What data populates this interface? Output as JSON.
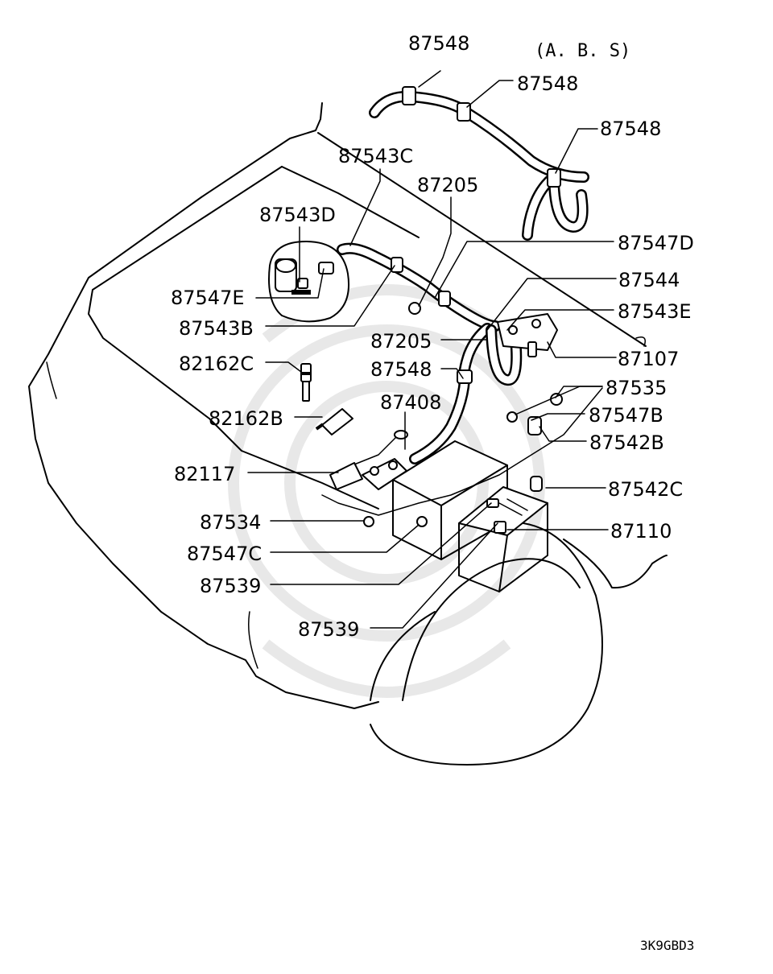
{
  "diagram": {
    "note_abs": "(A. B. S)",
    "drawing_code": "3K9GBD3",
    "callouts": [
      {
        "id": "c1",
        "label": "87548"
      },
      {
        "id": "c2",
        "label": "87548"
      },
      {
        "id": "c3",
        "label": "87548"
      },
      {
        "id": "c4",
        "label": "87543C"
      },
      {
        "id": "c5",
        "label": "87205"
      },
      {
        "id": "c6",
        "label": "87543D"
      },
      {
        "id": "c7",
        "label": "87547D"
      },
      {
        "id": "c8",
        "label": "87547E"
      },
      {
        "id": "c9",
        "label": "87544"
      },
      {
        "id": "c10",
        "label": "87543B"
      },
      {
        "id": "c11",
        "label": "87543E"
      },
      {
        "id": "c12",
        "label": "87205"
      },
      {
        "id": "c13",
        "label": "87107"
      },
      {
        "id": "c14",
        "label": "82162C"
      },
      {
        "id": "c15",
        "label": "87548"
      },
      {
        "id": "c16",
        "label": "87535"
      },
      {
        "id": "c17",
        "label": "87408"
      },
      {
        "id": "c18",
        "label": "87547B"
      },
      {
        "id": "c19",
        "label": "82162B"
      },
      {
        "id": "c20",
        "label": "87542B"
      },
      {
        "id": "c21",
        "label": "82117"
      },
      {
        "id": "c22",
        "label": "87542C"
      },
      {
        "id": "c23",
        "label": "87534"
      },
      {
        "id": "c24",
        "label": "87110"
      },
      {
        "id": "c25",
        "label": "87547C"
      },
      {
        "id": "c26",
        "label": "87539"
      },
      {
        "id": "c27",
        "label": "87539"
      }
    ]
  }
}
